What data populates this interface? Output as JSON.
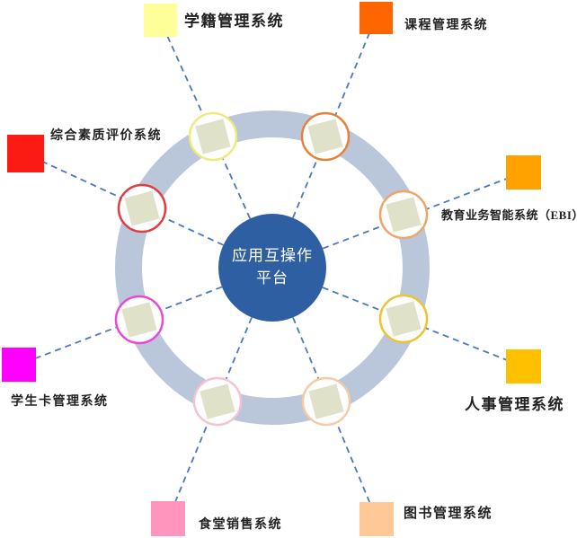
{
  "diagram": {
    "background": "#ffffff",
    "center": {
      "label_line1": "应用互操作",
      "label_line2": "平台",
      "fill": "#2e5fa3",
      "text_color": "#ffffff"
    },
    "ring": {
      "fill": "#bac6da"
    },
    "connector": {
      "color": "#4b79bb"
    },
    "node": {
      "fill": "#dfe1c9",
      "border": "#ffffff",
      "inner": "#ffffff"
    },
    "systems": [
      {
        "label": "学籍管理系统",
        "color": "#ffff99",
        "outline": "#eeea7d"
      },
      {
        "label": "课程管理系统",
        "color": "#ff6600",
        "outline": "#e8803a"
      },
      {
        "label": "教育业务智能系统（EBI）",
        "color": "#ffa200",
        "outline": "#f0a469"
      },
      {
        "label": "人事管理系统",
        "color": "#ffc000",
        "outline": "#eec32f"
      },
      {
        "label": "图书管理系统",
        "color": "#ffc896",
        "outline": "#f6caa4"
      },
      {
        "label": "食堂销售系统",
        "color": "#ff94bd",
        "outline": "#f4c3d2"
      },
      {
        "label": "学生卡管理系统",
        "color": "#ff00ff",
        "outline": "#e94ad4"
      },
      {
        "label": "综合素质评价系统",
        "color": "#fc1b14",
        "outline": "#e23b41"
      }
    ]
  }
}
